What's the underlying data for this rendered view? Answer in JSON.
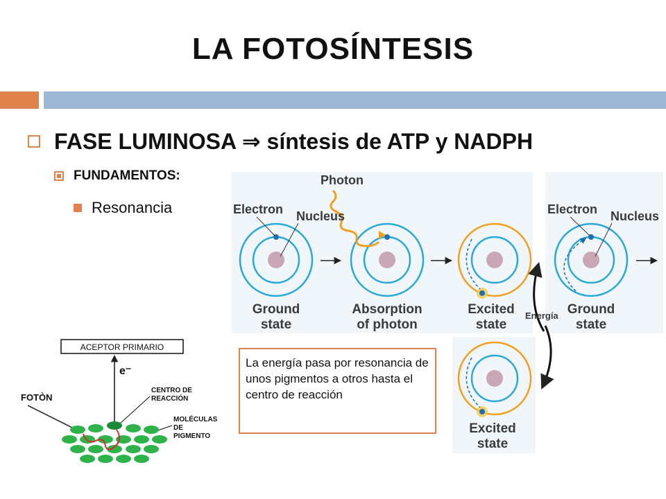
{
  "title": "LA FOTOSÍNTESIS",
  "bullet1": "FASE LUMINOSA ⇒ síntesis de ATP y NADPH",
  "bullet2": "FUNDAMENTOS:",
  "bullet3": "Resonancia",
  "caption": "La energía pasa por resonancia de unos pigmentos a otros hasta el centro de reacción",
  "atom_diagram": {
    "photon": "Photon",
    "electron": "Electron",
    "nucleus": "Nucleus",
    "ground_state_l1": "Ground",
    "ground_state_l2": "state",
    "absorption_l1": "Absorption",
    "absorption_l2": "of photon",
    "excited_l1": "Excited",
    "excited_l2": "state",
    "energia": "Energía"
  },
  "pigment_diagram": {
    "aceptor": "ACEPTOR PRIMARIO",
    "electron_symbol": "e⁻",
    "foton": "FOTÒN",
    "centro_l1": "CENTRO DE",
    "centro_l2": "REACCIÓN",
    "moleculas_l1": "MOLÉCULAS",
    "moleculas_l2": "DE",
    "moleculas_l3": "PIGMENTO"
  },
  "colors": {
    "accent": "#e0824b",
    "rule_blue": "#9bb7d4",
    "orbit_blue": "#2aa8d8",
    "excited_orange": "#f0a020",
    "pigment_green": "#2db34a"
  }
}
